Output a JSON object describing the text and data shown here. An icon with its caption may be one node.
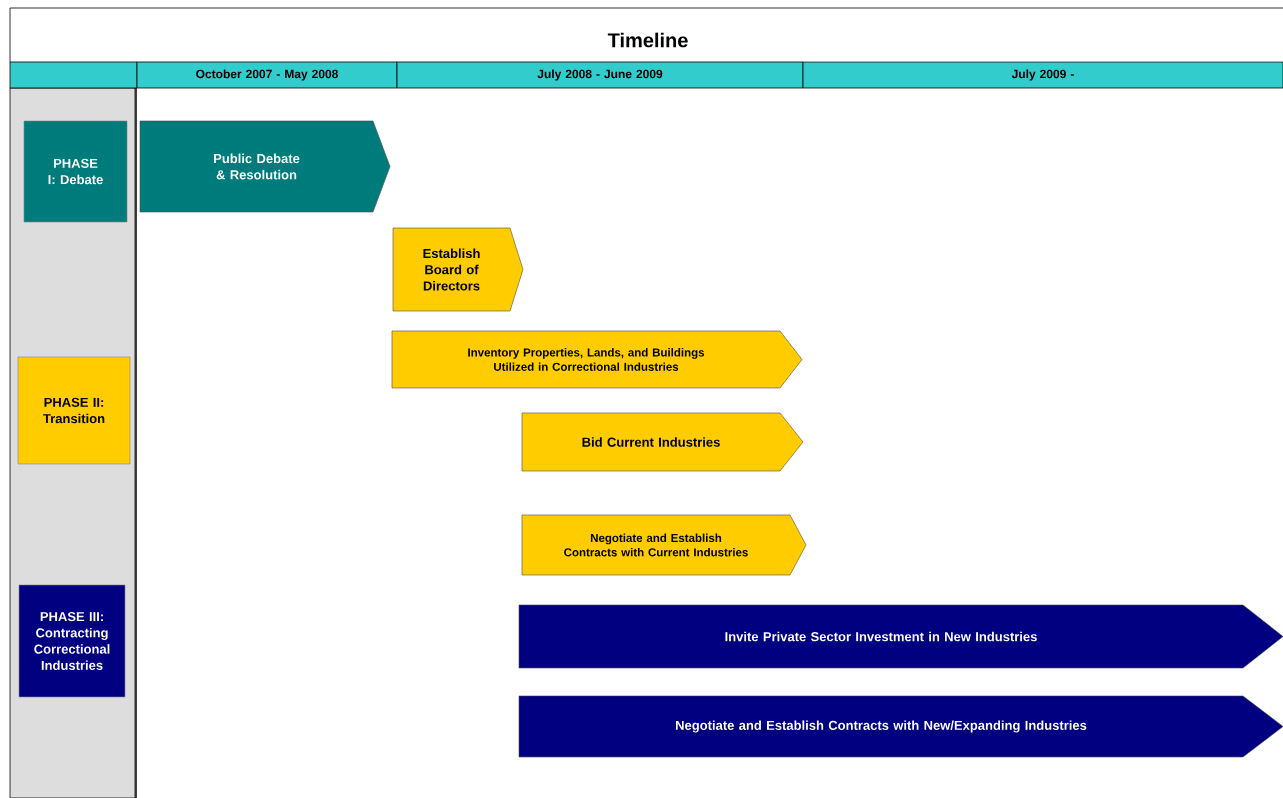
{
  "diagram": {
    "title": "Timeline",
    "nodes": [
      {
        "text": [
          "October 2007 - May 2008"
        ]
      },
      {
        "text": [
          "July 2008 - June 2009"
        ]
      },
      {
        "text": [
          "July 2009 -"
        ]
      },
      {
        "text": [
          "PHASE I: Debate"
        ]
      },
      {
        "text": [
          "PHASE II: Transition"
        ]
      },
      {
        "text": [
          "PHASE III: Contracting Correctional Industries"
        ]
      },
      {
        "text": [
          "Public Debate & Resolution"
        ]
      },
      {
        "text": [
          "Establish Board of Directors"
        ]
      },
      {
        "text": [
          "Inventory Properties, Lands, and Buildings Utilized in Correctional Industries"
        ]
      },
      {
        "text": [
          "Bid Current Industries"
        ]
      },
      {
        "text": [
          "Negotiate and Establish Contracts with Current Industries"
        ]
      },
      {
        "text": [
          "Invite Private Sector Investment in New Industries"
        ]
      },
      {
        "text": [
          "Negotiate and Establish Contracts with New/Expanding Industries"
        ]
      }
    ]
  }
}
